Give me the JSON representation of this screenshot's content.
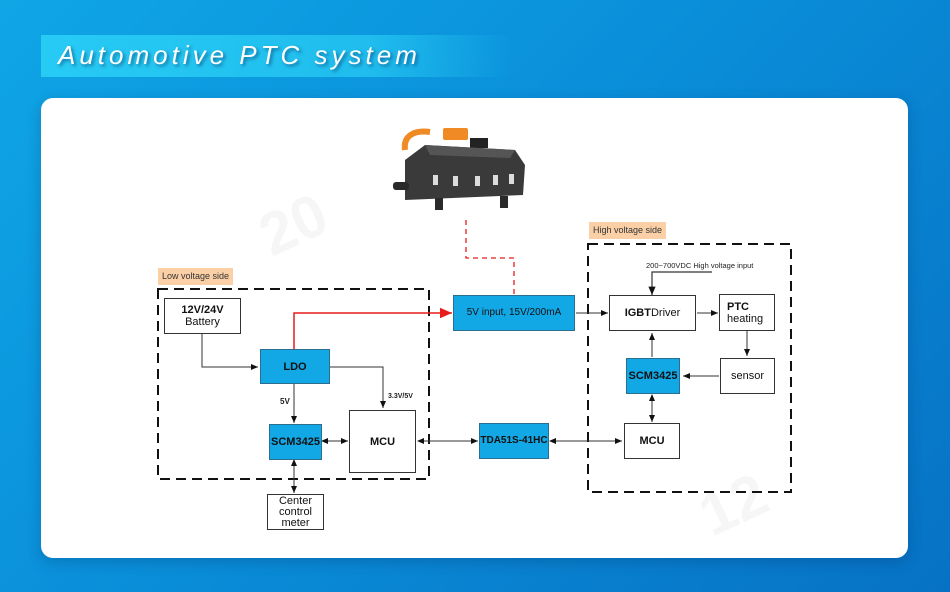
{
  "page": {
    "title": "Automotive PTC system"
  },
  "diagram": {
    "low_voltage_side": {
      "label": "Low voltage side",
      "battery": {
        "line1": "12V/24V",
        "line2": "Battery"
      },
      "ldo": "LDO",
      "ldo_to_scm_label": "5V",
      "ldo_to_mcu_label": "3.3V/5V",
      "scm": "SCM3425",
      "mcu": "MCU",
      "center_control": {
        "line1": "Center",
        "line2": "control",
        "line3": "meter"
      }
    },
    "isolated_power": "5V input, 15V/200mA",
    "isolator": "TDA51S-41HC",
    "high_voltage_side": {
      "label": "High voltage side",
      "hv_input_label": "200~700VDC High voltage input",
      "igbt_driver": {
        "prefix": "IGBT",
        "suffix": " Driver"
      },
      "ptc_heating": {
        "line1": "PTC",
        "line2": "heating"
      },
      "scm": "SCM3425",
      "sensor": "sensor",
      "mcu": "MCU"
    },
    "colors": {
      "module_fill": "#12a8e6",
      "power_path": "#e81c1c",
      "side_tag": "#fbd0a6",
      "background": "#0a8fd9"
    }
  }
}
